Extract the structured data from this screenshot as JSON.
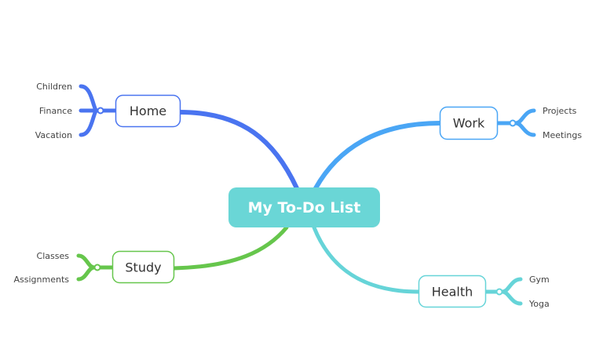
{
  "central": {
    "label": "My To-Do List",
    "color": "#6ad6d6"
  },
  "topics": {
    "home": {
      "label": "Home",
      "color": "#4a74f0",
      "children": [
        "Children",
        "Finance",
        "Vacation"
      ]
    },
    "work": {
      "label": "Work",
      "color": "#4aa6f5",
      "children": [
        "Projects",
        "Meetings"
      ]
    },
    "study": {
      "label": "Study",
      "color": "#66c64c",
      "children": [
        "Classes",
        "Assignments"
      ]
    },
    "health": {
      "label": "Health",
      "color": "#66d4d8",
      "children": [
        "Gym",
        "Yoga"
      ]
    }
  }
}
